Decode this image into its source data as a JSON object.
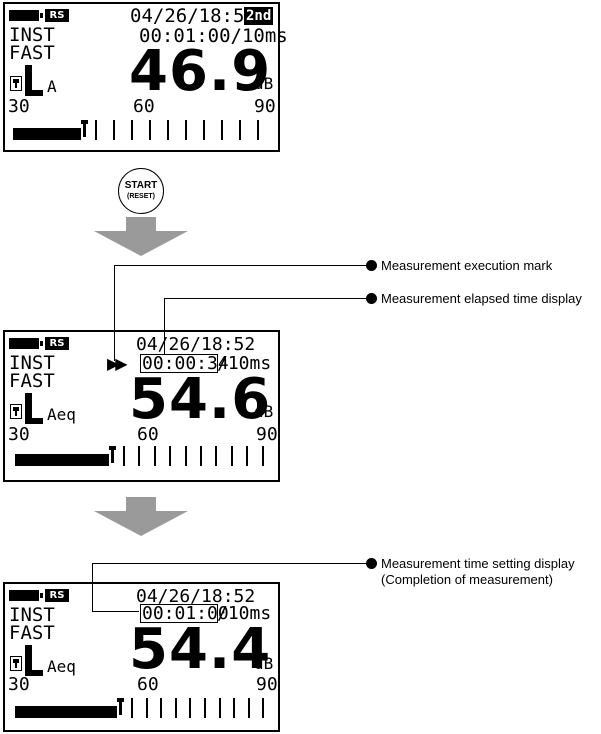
{
  "screens": [
    {
      "id": "top",
      "show_rs": true,
      "datetime": "04/26/18:51",
      "badge": "2nd",
      "mode1": "INST",
      "mode2": "FAST",
      "time_display": "00:01:00/10ms",
      "level_label": "A",
      "value": "46.9",
      "unit": "dB",
      "scale": [
        "30",
        "60",
        "90"
      ],
      "bar_level_fraction": 0.26
    },
    {
      "id": "mid",
      "show_rs": true,
      "datetime": "04/26/18:52",
      "mode1": "INST",
      "mode2": "FAST",
      "elapsed_time": "00:00:34",
      "time_suffix": "/10ms",
      "level_label": "Aeq",
      "value": "54.6",
      "unit": "dB",
      "scale": [
        "30",
        "60",
        "90"
      ],
      "bar_level_fraction": 0.36
    },
    {
      "id": "bot",
      "show_rs": true,
      "datetime": "04/26/18:52",
      "mode1": "INST",
      "mode2": "FAST",
      "set_time": "00:01:00",
      "time_suffix": "/10ms",
      "level_label": "Aeq",
      "value": "54.4",
      "unit": "dB",
      "scale": [
        "30",
        "60",
        "90"
      ],
      "bar_level_fraction": 0.39
    }
  ],
  "button": {
    "line1": "START",
    "line2": "(RESET)"
  },
  "callouts": {
    "execution_mark": "Measurement execution mark",
    "elapsed_time": "Measurement elapsed time display",
    "setting_line1": "Measurement time setting display",
    "setting_line2": "(Completion of measurement)"
  },
  "colors": {
    "arrow": "#9a9a9a",
    "ink": "#000000"
  }
}
